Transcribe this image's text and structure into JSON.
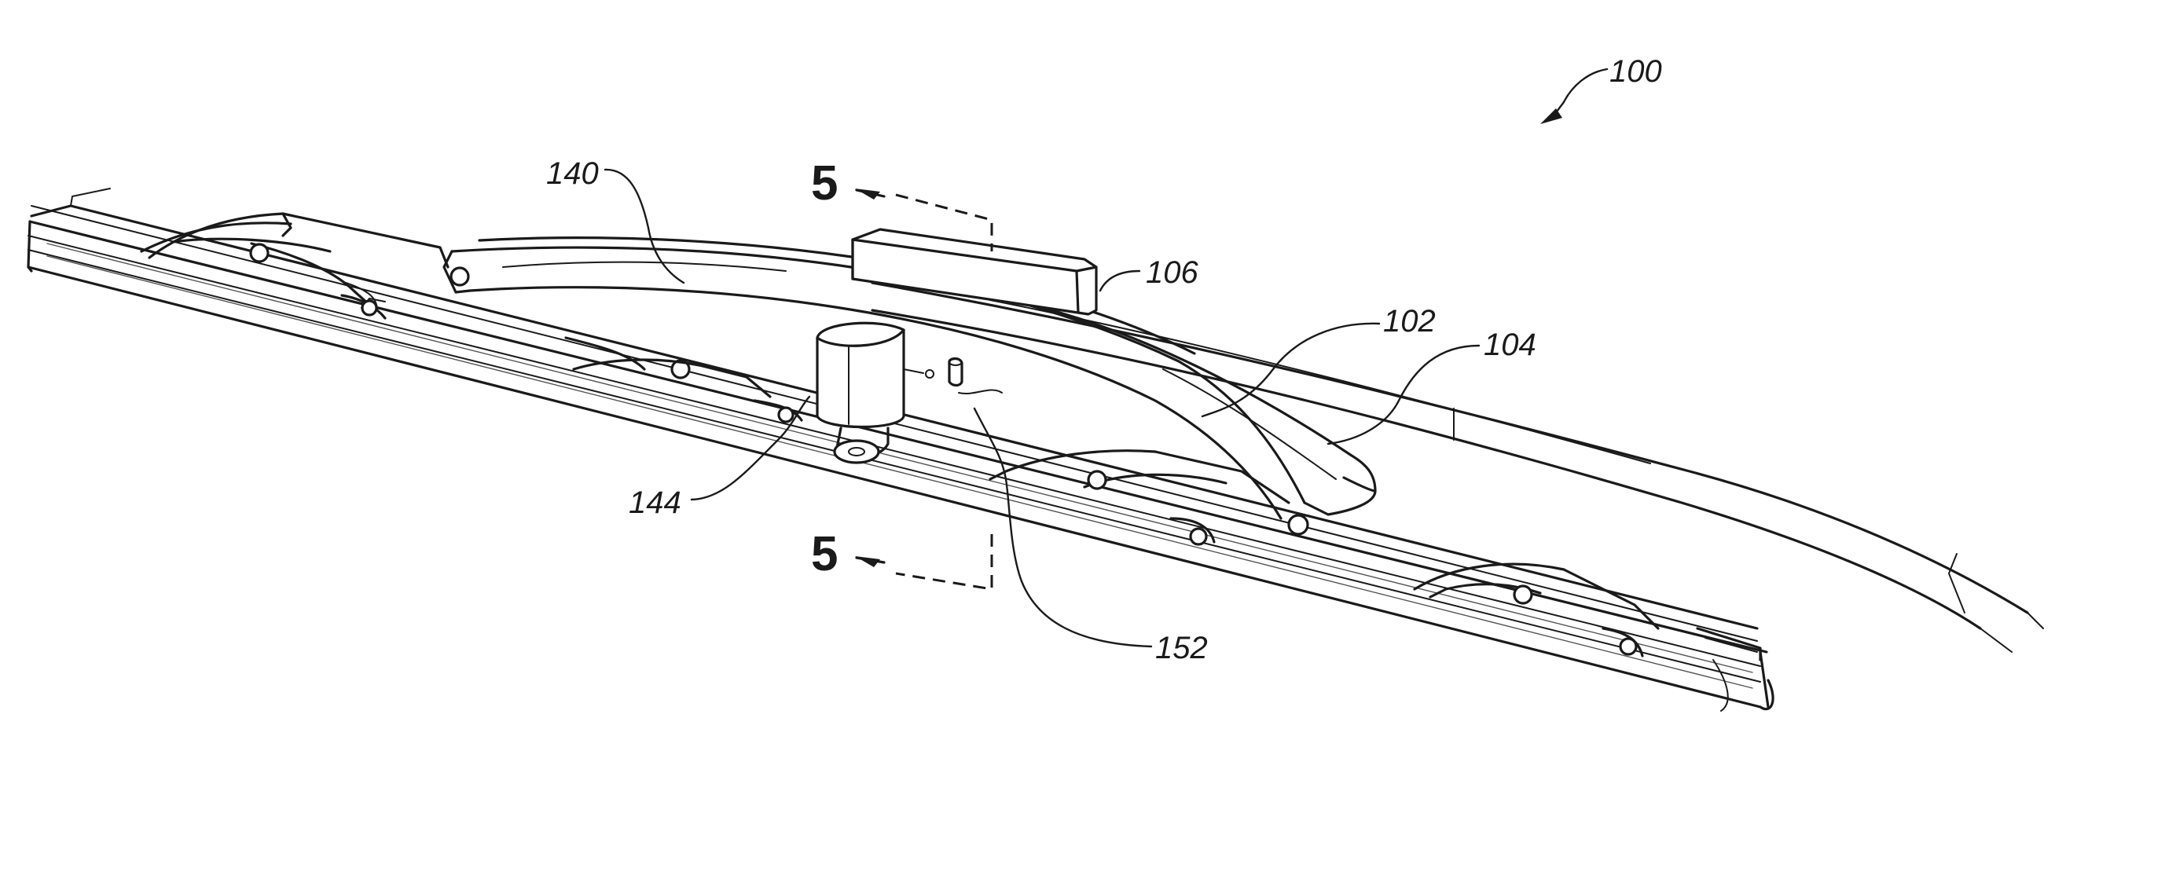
{
  "figure": {
    "reference_labels": {
      "assembly": "100",
      "arm_upper": "140",
      "housing": "106",
      "beam": "102",
      "blade": "104",
      "motor": "144",
      "nozzle": "152"
    },
    "section_marks": {
      "top": "5",
      "bottom": "5"
    }
  }
}
